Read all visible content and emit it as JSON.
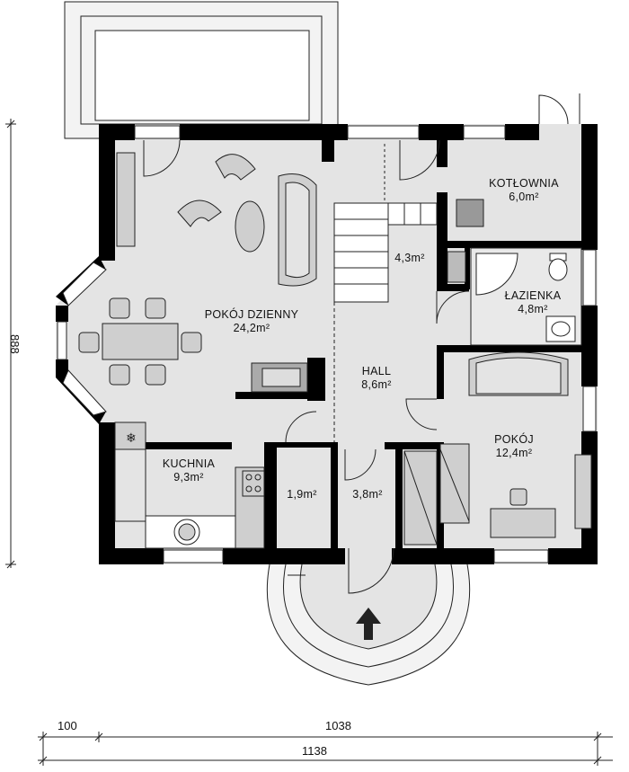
{
  "rooms": {
    "living": {
      "name": "POKÓJ DZIENNY",
      "area": "24,2m²"
    },
    "boiler": {
      "name": "KOTŁOWNIA",
      "area": "6,0m²"
    },
    "stairs": {
      "area": "4,3m²"
    },
    "bath": {
      "name": "ŁAZIENKA",
      "area": "4,8m²"
    },
    "hall": {
      "name": "HALL",
      "area": "8,6m²"
    },
    "room": {
      "name": "POKÓJ",
      "area": "12,4m²"
    },
    "kitchen": {
      "name": "KUCHNIA",
      "area": "9,3m²"
    },
    "pantry": {
      "area": "1,9m²"
    },
    "wc": {
      "area": "3,8m²"
    }
  },
  "dimensions": {
    "height": "888",
    "width_inner": "1038",
    "width_offset": "100",
    "width_total": "1138"
  },
  "colors": {
    "wall": "#000000",
    "floor": "#e4e4e4",
    "furniture": "#cfcfcf",
    "line": "#222222"
  },
  "icons": [
    "entrance-arrow-icon",
    "snowflake-icon",
    "toilet-icon",
    "sink-icon",
    "stove-icon"
  ]
}
